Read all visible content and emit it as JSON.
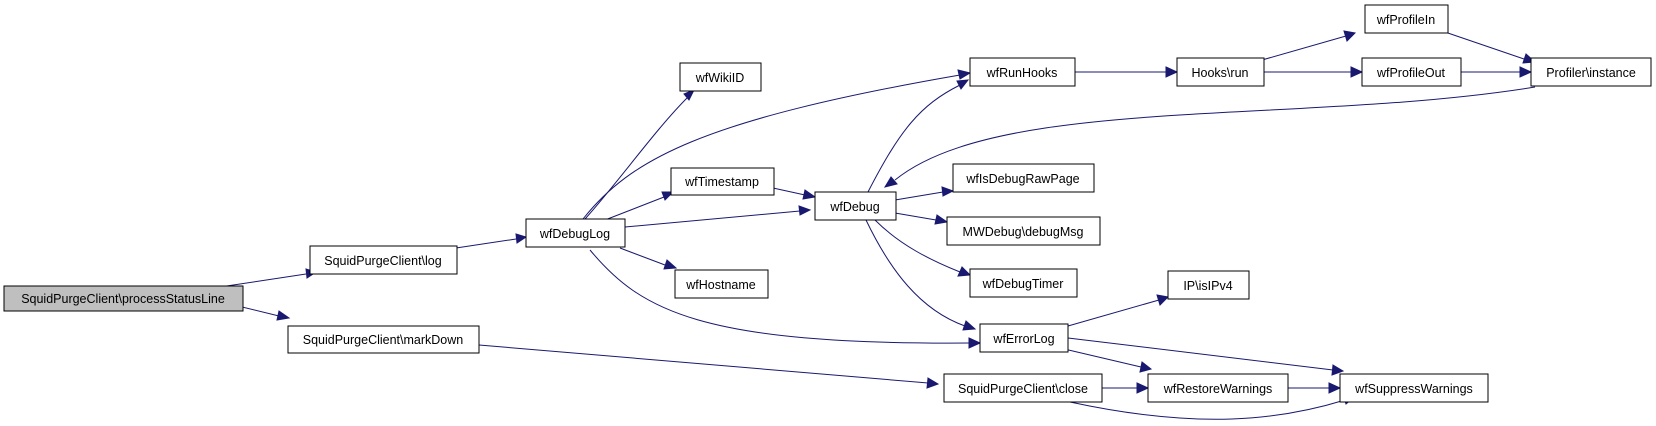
{
  "colors": {
    "edge": "#191970",
    "node_border": "#000000",
    "root_fill": "#bfbfbf",
    "node_fill": "#ffffff"
  },
  "nodes": {
    "processStatusLine": "SquidPurgeClient\\processStatusLine",
    "log": "SquidPurgeClient\\log",
    "markDown": "SquidPurgeClient\\markDown",
    "wfDebugLog": "wfDebugLog",
    "wfWikiID": "wfWikiID",
    "wfTimestamp": "wfTimestamp",
    "wfHostname": "wfHostname",
    "wfDebug": "wfDebug",
    "wfRunHooks": "wfRunHooks",
    "wfIsDebugRawPage": "wfIsDebugRawPage",
    "debugMsg": "MWDebug\\debugMsg",
    "wfDebugTimer": "wfDebugTimer",
    "wfErrorLog": "wfErrorLog",
    "close": "SquidPurgeClient\\close",
    "hooksRun": "Hooks\\run",
    "wfProfileIn": "wfProfileIn",
    "wfProfileOut": "wfProfileOut",
    "profilerInstance": "Profiler\\instance",
    "isIPv4": "IP\\isIPv4",
    "wfRestoreWarnings": "wfRestoreWarnings",
    "wfSuppressWarnings": "wfSuppressWarnings"
  }
}
